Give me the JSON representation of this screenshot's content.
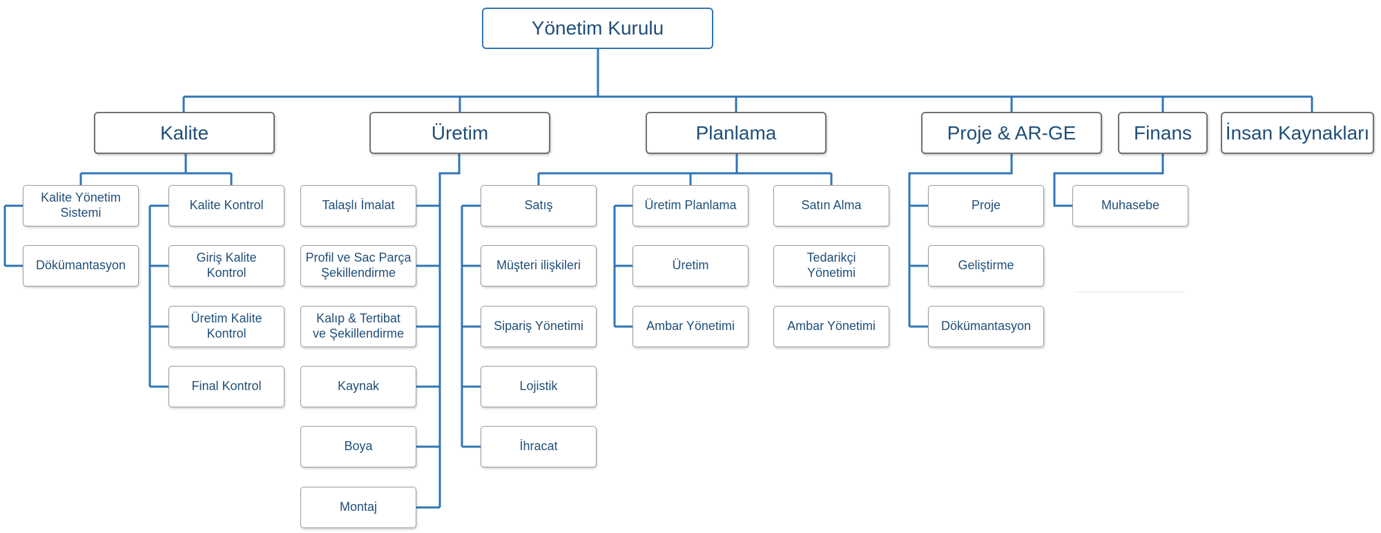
{
  "colors": {
    "connector": "#2e75b6",
    "text": "#1f4e79",
    "box_border": "#9a9a9a"
  },
  "root": {
    "id": "yonetim-kurulu",
    "label": "Yönetim Kurulu"
  },
  "departments": [
    {
      "id": "kalite",
      "label": "Kalite"
    },
    {
      "id": "uretim",
      "label": "Üretim"
    },
    {
      "id": "planlama",
      "label": "Planlama"
    },
    {
      "id": "proje-arge",
      "label": "Proje & AR-GE"
    },
    {
      "id": "finans",
      "label": "Finans"
    },
    {
      "id": "insan-kaynaklari",
      "label": "İnsan Kaynakları"
    }
  ],
  "units": [
    {
      "id": "kalite-yonetim-sistemi",
      "label": "Kalite Yönetim\nSistemi"
    },
    {
      "id": "kalite-dokumantasyon",
      "label": "Dökümantasyon"
    },
    {
      "id": "kalite-kontrol",
      "label": "Kalite Kontrol"
    },
    {
      "id": "giris-kalite-kontrol",
      "label": "Giriş Kalite\nKontrol"
    },
    {
      "id": "uretim-kalite-kontrol",
      "label": "Üretim Kalite\nKontrol"
    },
    {
      "id": "final-kontrol",
      "label": "Final Kontrol"
    },
    {
      "id": "talasli-imalat",
      "label": "Talaşlı İmalat"
    },
    {
      "id": "profil-sac",
      "label": "Profil ve Sac Parça\nŞekillendirme"
    },
    {
      "id": "kalip-tertibat",
      "label": "Kalıp & Tertibat\nve Şekillendirme"
    },
    {
      "id": "kaynak",
      "label": "Kaynak"
    },
    {
      "id": "boya",
      "label": "Boya"
    },
    {
      "id": "montaj",
      "label": "Montaj"
    },
    {
      "id": "satis",
      "label": "Satış"
    },
    {
      "id": "musteri-iliskileri",
      "label": "Müşteri ilişkileri"
    },
    {
      "id": "siparis-yonetimi",
      "label": "Sipariş Yönetimi"
    },
    {
      "id": "lojistik",
      "label": "Lojistik"
    },
    {
      "id": "ihracat",
      "label": "İhracat"
    },
    {
      "id": "uretim-planlama",
      "label": "Üretim Planlama"
    },
    {
      "id": "planlama-uretim",
      "label": "Üretim"
    },
    {
      "id": "planlama-ambar",
      "label": "Ambar Yönetimi"
    },
    {
      "id": "satin-alma",
      "label": "Satın Alma"
    },
    {
      "id": "tedarikci-yonetimi",
      "label": "Tedarikçi\nYönetimi"
    },
    {
      "id": "satin-alma-ambar",
      "label": "Ambar Yönetimi"
    },
    {
      "id": "proje",
      "label": "Proje"
    },
    {
      "id": "gelistirme",
      "label": "Geliştirme"
    },
    {
      "id": "proje-dokumantasyon",
      "label": "Dökümantasyon"
    },
    {
      "id": "muhasebe",
      "label": "Muhasebe"
    }
  ]
}
